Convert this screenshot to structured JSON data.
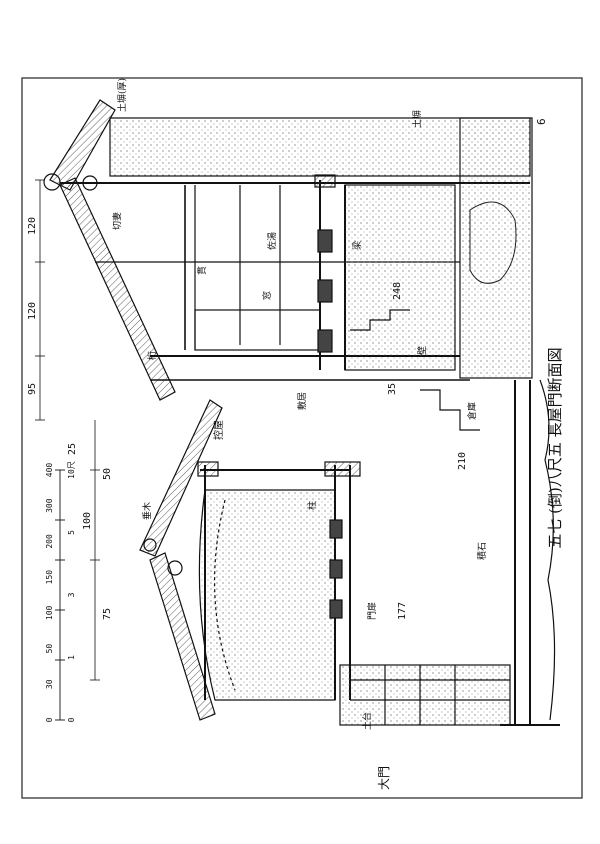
{
  "drawing": {
    "title": "五七 (倒)八尺五 長屋門断面図",
    "sheet_number": "6",
    "labels": {
      "sakoe_dobei": "土塀(厚)",
      "dobei_top": "土塀",
      "hikaeya": "控屋",
      "omon": "大門",
      "kirizuma": "切妻",
      "kayu": "佐湯",
      "ishigaki": "積石",
      "genkan_room": "倉庫",
      "nuki": "貫",
      "taruki": "垂木",
      "hashira": "柱",
      "keta": "桁",
      "dodai": "土台",
      "gate_leaf": "門扉",
      "mado": "窓",
      "shikii": "敷居",
      "kabe": "壁",
      "hari": "梁"
    },
    "dimensions": {
      "d120": "120",
      "d120b": "120",
      "d95": "95",
      "d35": "35",
      "d248": "248",
      "d100": "100",
      "d177": "177",
      "d50": "50",
      "d75": "75",
      "d25": "25",
      "d210": "210"
    },
    "scale_bar": {
      "ticks": [
        "0",
        "30",
        "50",
        "100",
        "150",
        "200",
        "300",
        "400"
      ],
      "unit_marks": [
        "0",
        "1",
        "3",
        "5",
        "10尺"
      ]
    }
  }
}
